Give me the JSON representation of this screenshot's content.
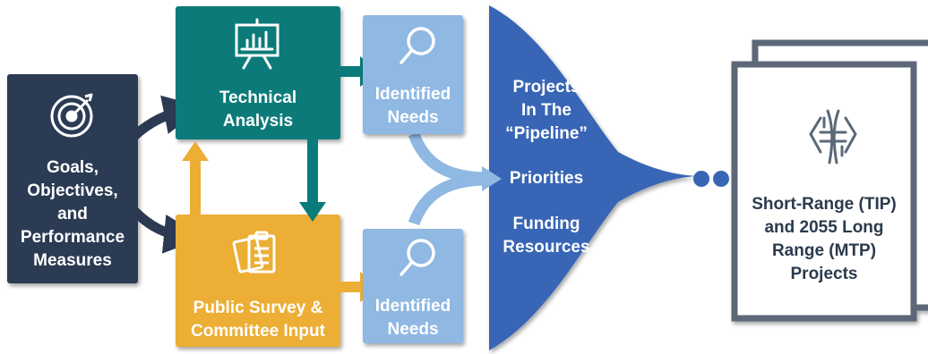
{
  "goals": {
    "lines": [
      "Goals,",
      "Objectives,",
      "and",
      "Performance",
      "Measures"
    ]
  },
  "technical": {
    "lines": [
      "Technical",
      "Analysis"
    ]
  },
  "public": {
    "lines": [
      "Public Survey &",
      "Committee Input"
    ]
  },
  "needs_top": {
    "lines": [
      "Identified",
      "Needs"
    ]
  },
  "needs_bottom": {
    "lines": [
      "Identified",
      "Needs"
    ]
  },
  "funnel": {
    "pipeline": [
      "Projects",
      "In The",
      "“Pipeline”"
    ],
    "priorities": "Priorities",
    "funding": [
      "Funding",
      "Resources"
    ]
  },
  "output": {
    "lines": [
      "Short-Range (TIP)",
      "and 2055 Long",
      "Range (MTP)",
      "Projects"
    ]
  },
  "colors": {
    "navy": "#2b3a52",
    "teal": "#0a7a7a",
    "gold": "#ecae35",
    "light_blue": "#8fb8e3",
    "funnel_blue": "#3965b5",
    "slate": "#5b6878"
  },
  "icons": [
    "target-icon",
    "presentation-chart-icon",
    "clipboard-icon",
    "magnifier-icon",
    "highway-icon"
  ]
}
